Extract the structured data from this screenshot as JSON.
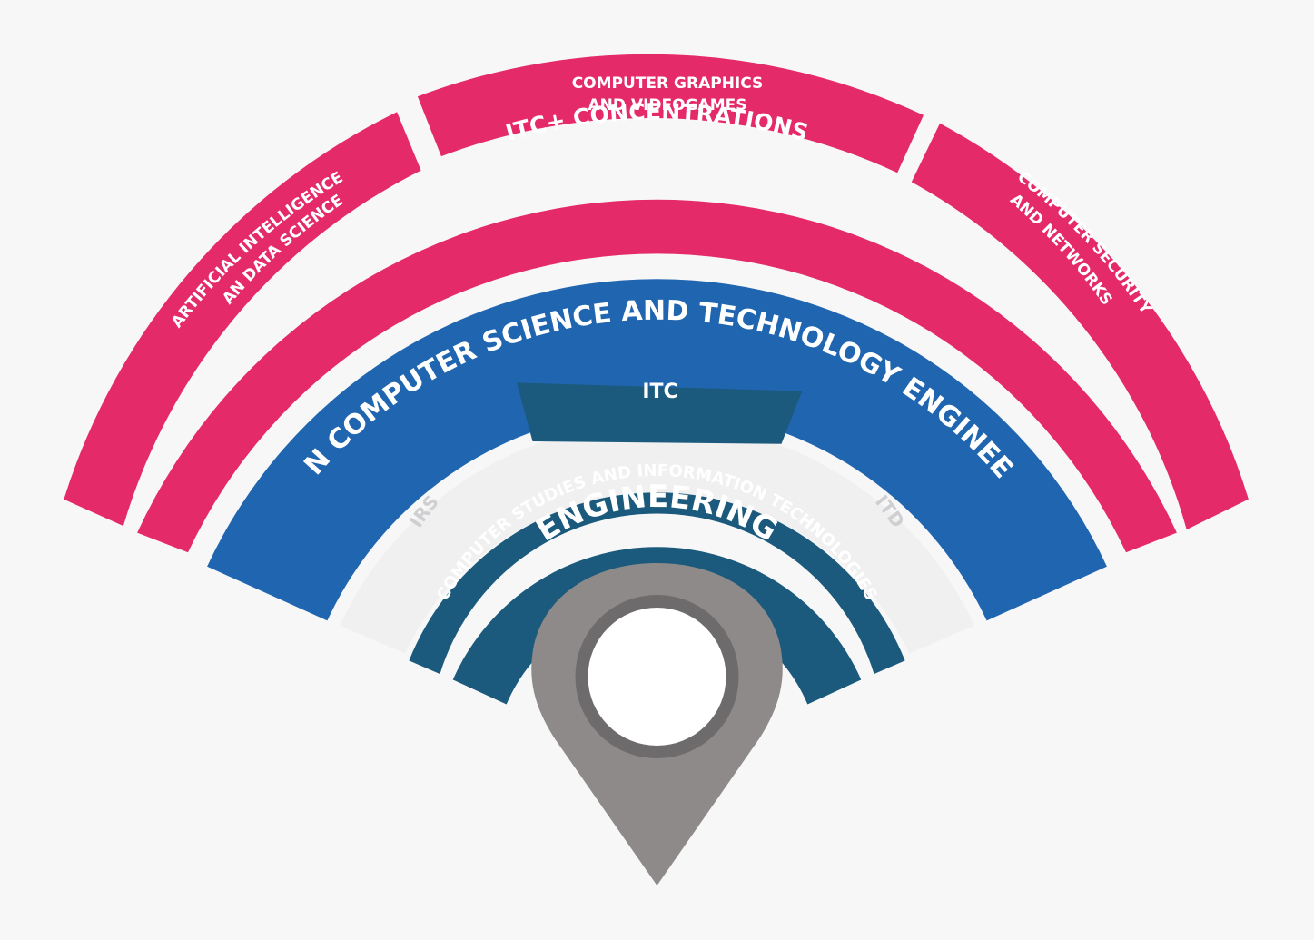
{
  "colors": {
    "background": "#f7f7f8",
    "concentration": "#e52a6a",
    "degree": "#2065b0",
    "track_bg": "#f0f0f1",
    "itc": "#1b5a7c",
    "pin": "#8d8a89",
    "pin_ring": "#6d6b6b"
  },
  "concentrations": {
    "ai": {
      "line1": "ARTIFICIAL INTELLIGENCE",
      "line2": "AN DATA SCIENCE"
    },
    "graphics": {
      "line1": "COMPUTER GRAPHICS",
      "line2": "AND VIDEOGAMES"
    },
    "security": {
      "line1": "COMPUTER SECURITY",
      "line2": "AND NETWORKS"
    }
  },
  "concentrations_band": {
    "label": "ITC+ CONCENTRATIONS"
  },
  "degree": {
    "label": "B.S. IN COMPUTER SCIENCE AND TECHNOLOGY ENGINEERING"
  },
  "tracks": {
    "left": "IRS",
    "center": "ITC",
    "right": "ITD"
  },
  "school": {
    "label": "COMPUTER STUDIES AND INFORMATION TECHNOLOGIES"
  },
  "faculty": {
    "label": "ENGINEERING"
  },
  "location": {
    "icon": "map-pin-icon"
  }
}
